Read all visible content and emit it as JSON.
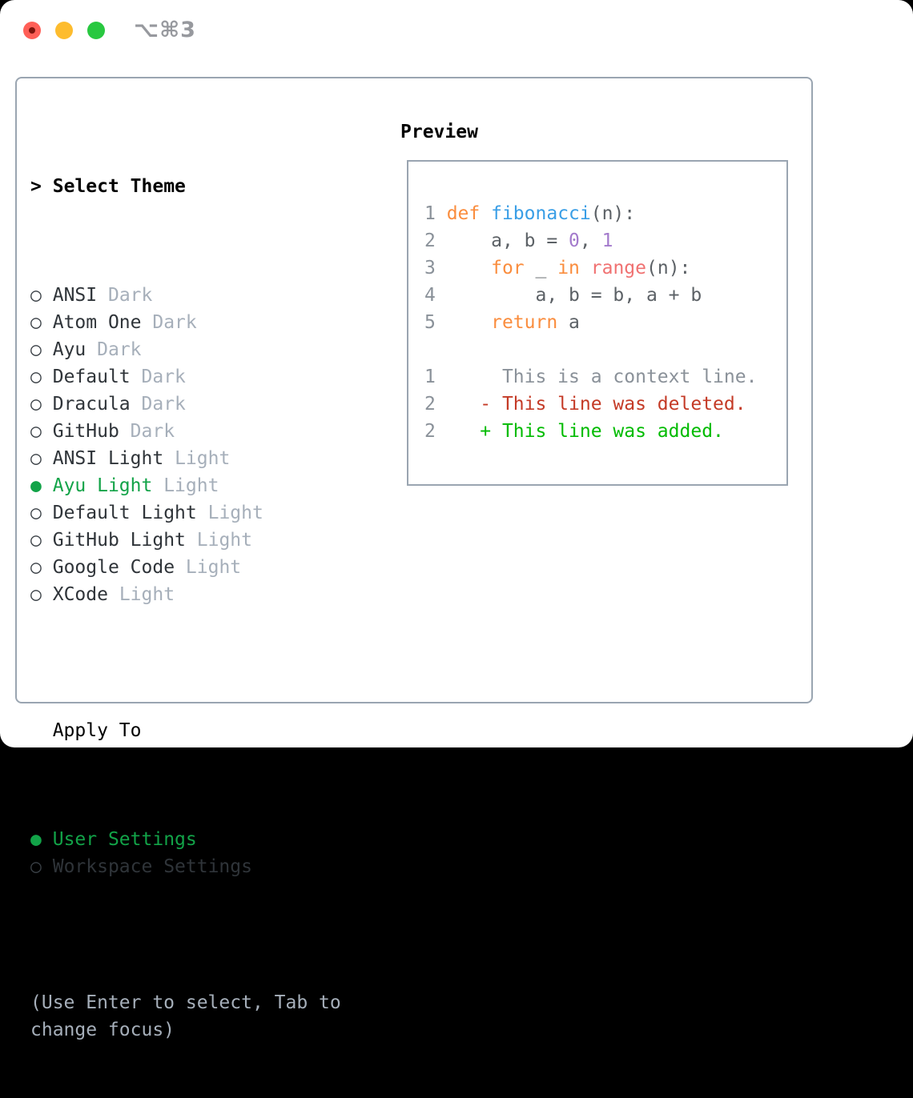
{
  "window": {
    "shortcut": "⌥⌘3"
  },
  "traffic_lights": {
    "close_color": "#FF5F57",
    "close_dot_color": "#7E140C",
    "minimize_color": "#FDBC2E",
    "zoom_color": "#28C840"
  },
  "colors": {
    "selected_green": "#12A348",
    "panel_border": "#9AA5B1"
  },
  "theme_panel": {
    "prompt": ">",
    "title": "Select Theme",
    "unselected_marker": "○",
    "selected_marker": "●",
    "items": [
      {
        "name": "ANSI",
        "variant": "Dark",
        "selected": false
      },
      {
        "name": "Atom One",
        "variant": "Dark",
        "selected": false
      },
      {
        "name": "Ayu",
        "variant": "Dark",
        "selected": false
      },
      {
        "name": "Default",
        "variant": "Dark",
        "selected": false
      },
      {
        "name": "Dracula",
        "variant": "Dark",
        "selected": false
      },
      {
        "name": "GitHub",
        "variant": "Dark",
        "selected": false
      },
      {
        "name": "ANSI Light",
        "variant": "Light",
        "selected": false
      },
      {
        "name": "Ayu Light",
        "variant": "Light",
        "selected": true
      },
      {
        "name": "Default Light",
        "variant": "Light",
        "selected": false
      },
      {
        "name": "GitHub Light",
        "variant": "Light",
        "selected": false
      },
      {
        "name": "Google Code",
        "variant": "Light",
        "selected": false
      },
      {
        "name": "XCode",
        "variant": "Light",
        "selected": false
      }
    ],
    "apply_to": {
      "title": "Apply To",
      "options": [
        {
          "label": "User Settings",
          "selected": true
        },
        {
          "label": "Workspace Settings",
          "selected": false
        }
      ]
    },
    "hint": "(Use Enter to select, Tab to change focus)"
  },
  "preview": {
    "title": "Preview",
    "palette": {
      "lineno": "#8A9199",
      "code": "#5C6166",
      "keyword": "#FA8D3E",
      "entity": "#399EE6",
      "constant": "#A37ACC",
      "builtin": "#F07171",
      "context": "#8A9199",
      "deleted": "#C43A26",
      "added": "#00BB00"
    },
    "lines": [
      {
        "segments": [
          {
            "t": "1 ",
            "c": "lineno"
          },
          {
            "t": "def",
            "c": "keyword"
          },
          {
            "t": " ",
            "c": "code"
          },
          {
            "t": "fibonacci",
            "c": "entity"
          },
          {
            "t": "(n):",
            "c": "code"
          }
        ]
      },
      {
        "segments": [
          {
            "t": "2 ",
            "c": "lineno"
          },
          {
            "t": "    a, b = ",
            "c": "code"
          },
          {
            "t": "0",
            "c": "constant"
          },
          {
            "t": ", ",
            "c": "code"
          },
          {
            "t": "1",
            "c": "constant"
          }
        ]
      },
      {
        "segments": [
          {
            "t": "3 ",
            "c": "lineno"
          },
          {
            "t": "    ",
            "c": "code"
          },
          {
            "t": "for",
            "c": "keyword"
          },
          {
            "t": " _ ",
            "c": "code"
          },
          {
            "t": "in",
            "c": "keyword"
          },
          {
            "t": " ",
            "c": "code"
          },
          {
            "t": "range",
            "c": "builtin"
          },
          {
            "t": "(n):",
            "c": "code"
          }
        ]
      },
      {
        "segments": [
          {
            "t": "4 ",
            "c": "lineno"
          },
          {
            "t": "        a, b = b, a + b",
            "c": "code"
          }
        ]
      },
      {
        "segments": [
          {
            "t": "5 ",
            "c": "lineno"
          },
          {
            "t": "    ",
            "c": "code"
          },
          {
            "t": "return",
            "c": "keyword"
          },
          {
            "t": " a",
            "c": "code"
          }
        ]
      },
      {
        "segments": []
      },
      {
        "segments": [
          {
            "t": "1",
            "c": "lineno"
          },
          {
            "t": "      This is a context line.",
            "c": "context"
          }
        ]
      },
      {
        "segments": [
          {
            "t": "2",
            "c": "lineno"
          },
          {
            "t": "    ",
            "c": "code"
          },
          {
            "t": "- This line was deleted.",
            "c": "deleted"
          }
        ]
      },
      {
        "segments": [
          {
            "t": "2",
            "c": "lineno"
          },
          {
            "t": "    ",
            "c": "code"
          },
          {
            "t": "+ This line was added.",
            "c": "added"
          }
        ]
      }
    ]
  }
}
